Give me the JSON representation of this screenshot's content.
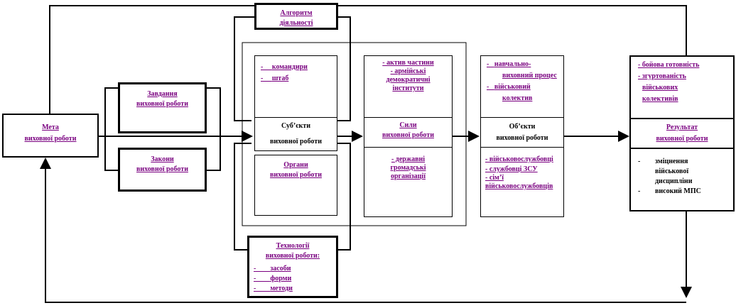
{
  "colors": {
    "accent": "#7a0080",
    "line": "#000000"
  },
  "goal": {
    "line1": "Мета",
    "line2": "виховної роботи"
  },
  "tasks": {
    "line1": "Завдання",
    "line2": "виховної роботи"
  },
  "laws": {
    "line1": "Закони",
    "line2": "виховної роботи"
  },
  "algorithm": {
    "line1": "Алгоритм",
    "line2": "діяльності"
  },
  "subjects": {
    "items": [
      "командири",
      "штаб"
    ],
    "title1": "Суб’єкти",
    "title2": "виховної роботи"
  },
  "bodies": {
    "line1": "Органи",
    "line2": "виховної роботи"
  },
  "forces": {
    "top": [
      "- актив частини",
      "- армійські",
      "демократичні",
      "інститути"
    ],
    "title1": "Сили",
    "title2": "виховної роботи",
    "bottom": [
      "- державні",
      "громадські",
      "організації"
    ]
  },
  "objects": {
    "top": [
      "навчально-",
      "виховний процес",
      "військовий",
      "колектив"
    ],
    "title1": "Об’єкти",
    "title2": "виховної роботи",
    "bottom": [
      "- військовослужбовці",
      "- службовці ЗСУ",
      "- сім’ї",
      "військовослужбовців"
    ]
  },
  "result": {
    "top": [
      "- бойова готовність",
      "- згуртованість",
      "військових",
      "колективів"
    ],
    "title1": "Результат",
    "title2": "виховної роботи",
    "bottom": [
      "зміцнення",
      "військової",
      "дисципліни",
      "високий МПС"
    ]
  },
  "technologies": {
    "line1": "Технології",
    "line2": "виховної роботи:",
    "items": [
      "засоби",
      "форми",
      "методи"
    ]
  }
}
